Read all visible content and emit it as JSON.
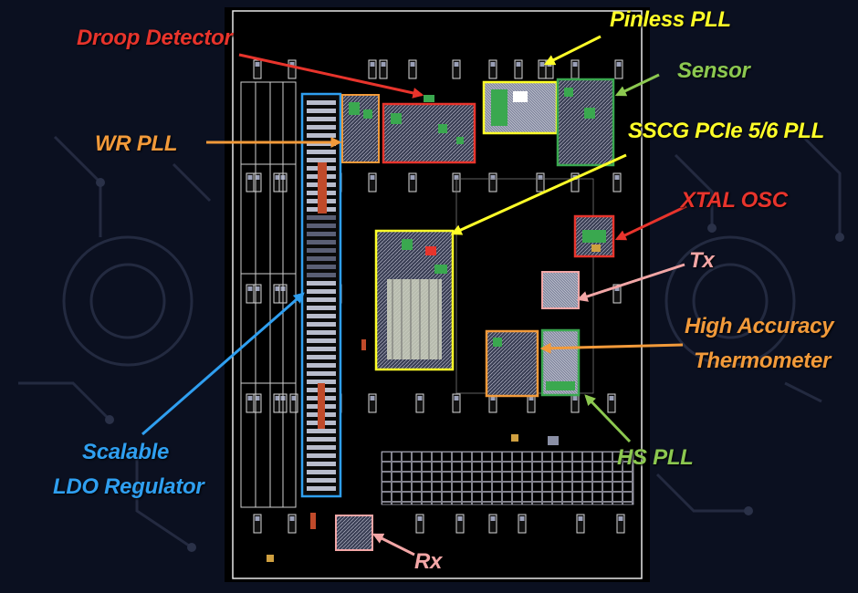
{
  "colors": {
    "red": "#e8342c",
    "yellow": "#ffff28",
    "green": "#8cc850",
    "orange": "#f29a3a",
    "pink": "#f2a6a6",
    "blue": "#2f9ff0",
    "block_green": "#3aa84f"
  },
  "labels": {
    "droop_detector": "Droop Detector",
    "pinless_pll": "Pinless PLL",
    "sensor": "Sensor",
    "wr_pll": "WR PLL",
    "sscg_pcie_pll": "SSCG PCIe 5/6 PLL",
    "xtal_osc": "XTAL OSC",
    "tx": "Tx",
    "thermometer_line1": "High Accuracy",
    "thermometer_line2": "Thermometer",
    "hs_pll": "HS PLL",
    "ldo_line1": "Scalable",
    "ldo_line2": "LDO Regulator",
    "rx": "Rx"
  }
}
